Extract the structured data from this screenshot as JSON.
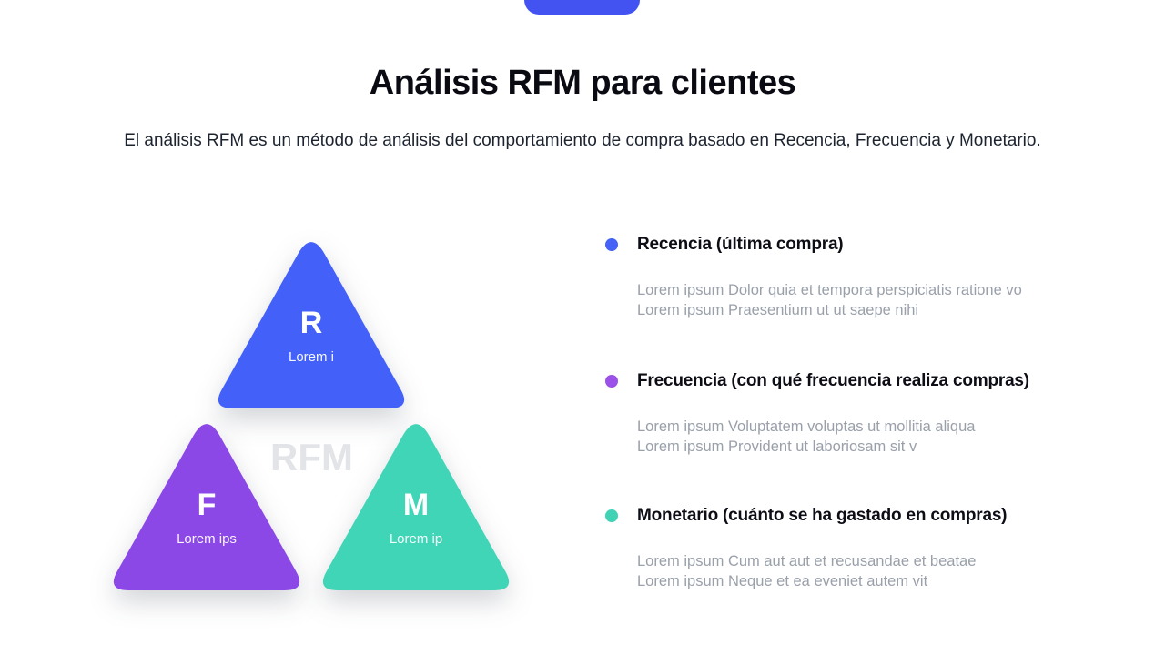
{
  "page": {
    "accent_color": "#4353f2",
    "background": "#ffffff"
  },
  "header": {
    "title": "Análisis RFM para clientes",
    "subtitle": "El análisis RFM es un método de análisis del comportamiento de compra basado en Recencia, Frecuencia y Monetario."
  },
  "diagram": {
    "watermark": "RFM",
    "triangles": [
      {
        "letter": "R",
        "label": "Lorem i",
        "color": "#4360f8"
      },
      {
        "letter": "F",
        "label": "Lorem ips",
        "color": "#8c48e6"
      },
      {
        "letter": "M",
        "label": "Lorem ip",
        "color": "#41d5b8"
      }
    ]
  },
  "features": [
    {
      "title": "Recencia (última compra)",
      "dot_color": "#4563f6",
      "lines": [
        "Lorem ipsum Dolor quia et tempora perspiciatis ratione vo",
        "Lorem ipsum Praesentium ut ut saepe nihi"
      ]
    },
    {
      "title": "Frecuencia (con qué frecuencia realiza compras)",
      "dot_color": "#9b51e9",
      "lines": [
        "Lorem ipsum Voluptatem voluptas ut mollitia aliqua",
        "Lorem ipsum Provident ut laboriosam sit v"
      ]
    },
    {
      "title": "Monetario (cuánto se ha gastado en compras)",
      "dot_color": "#3fd2b5",
      "lines": [
        "Lorem ipsum Cum aut aut et recusandae et beatae",
        "Lorem ipsum Neque et ea eveniet autem vit"
      ]
    }
  ]
}
